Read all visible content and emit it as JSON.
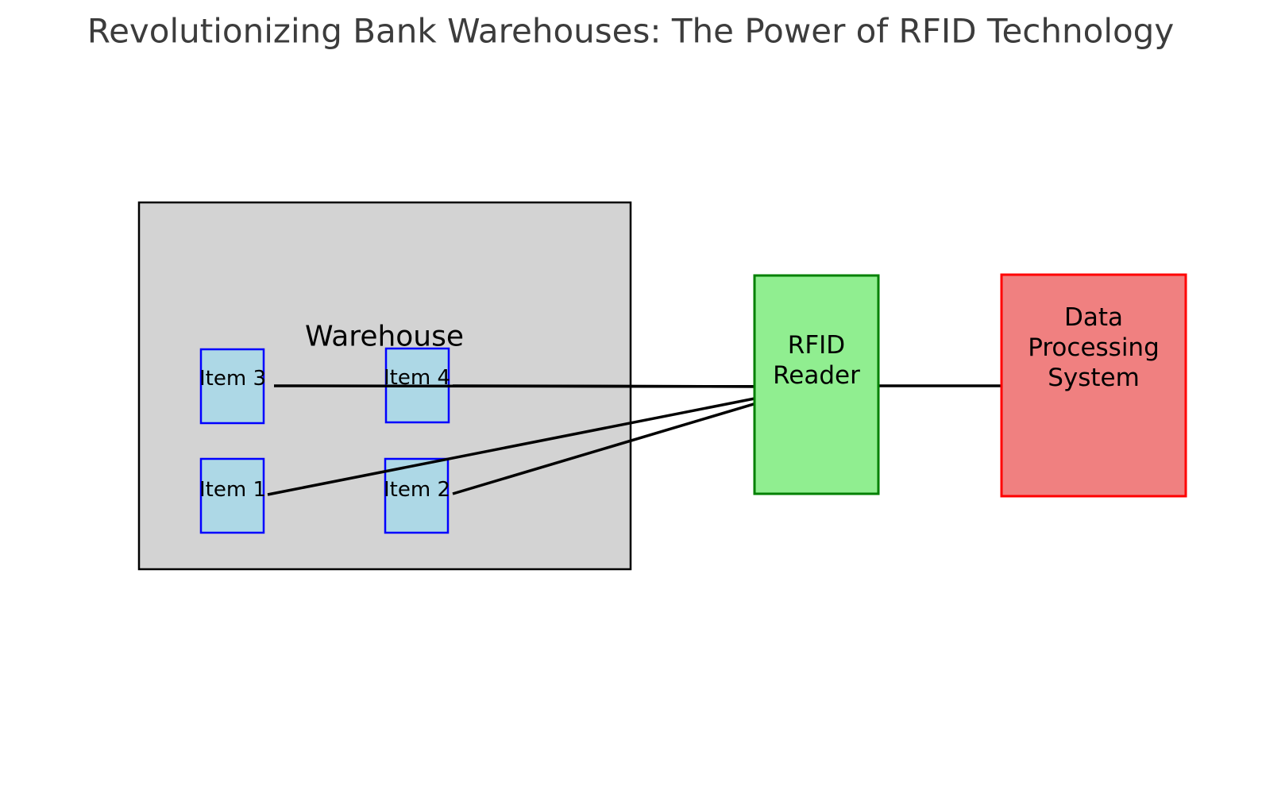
{
  "title": "Revolutionizing Bank Warehouses: The Power of RFID Technology",
  "colors": {
    "title_text": "#3c3c3c",
    "label_text": "#000000",
    "warehouse_fill": "#d3d3d3",
    "warehouse_border": "#000000",
    "item_fill": "#add8e6",
    "item_border": "#0000ff",
    "reader_fill": "#90ee90",
    "reader_border": "#008000",
    "processor_fill": "#f08080",
    "processor_border": "#ff0000",
    "arrow": "#000000"
  },
  "warehouse": {
    "label": "Warehouse"
  },
  "items": [
    {
      "label": "Item 1"
    },
    {
      "label": "Item 2"
    },
    {
      "label": "Item 3"
    },
    {
      "label": "Item 4"
    }
  ],
  "reader": {
    "label_lines": [
      "RFID",
      "Reader"
    ]
  },
  "processor": {
    "label_lines": [
      "Data",
      "Processing",
      "System"
    ]
  }
}
